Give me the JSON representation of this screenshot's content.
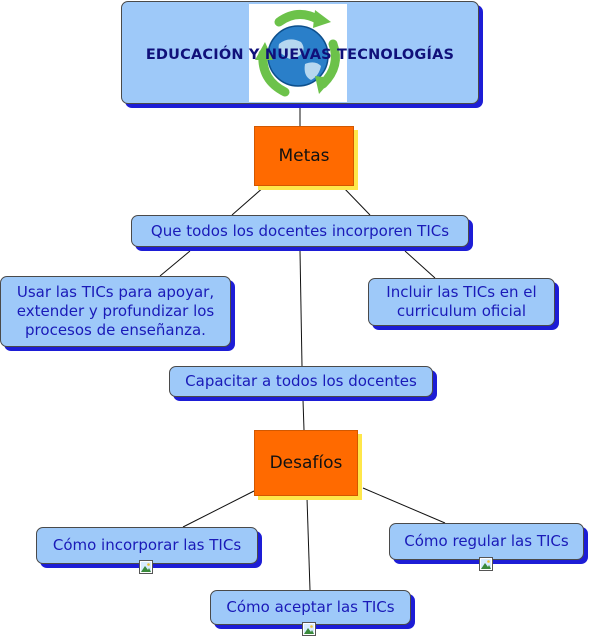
{
  "title": "EDUCACIÓN Y NUEVAS TECNOLOGÍAS",
  "logo_icon": "globe-recycle-icon",
  "nodes": {
    "metas": "Metas",
    "docentes_tics": "Que todos los docentes incorporen TICs",
    "usar_tics": "Usar las TICs para apoyar, extender y profundizar los procesos de enseñanza.",
    "incluir_tics": "Incluir las TICs en el curriculum oficial",
    "capacitar": "Capacitar a todos los docentes",
    "desafios": "Desafíos",
    "incorporar": "Cómo incorporar las TICs",
    "regular": "Cómo regular las TICs",
    "aceptar": "Cómo aceptar las TICs"
  },
  "attachment_icon": "image-attachment-icon",
  "colors": {
    "concept_fill": "#9ec9f9",
    "concept_shadow": "#1d1dd6",
    "text": "#1a1ab8",
    "category_fill": "#ff6a00",
    "category_shadow": "#ffe74a"
  }
}
